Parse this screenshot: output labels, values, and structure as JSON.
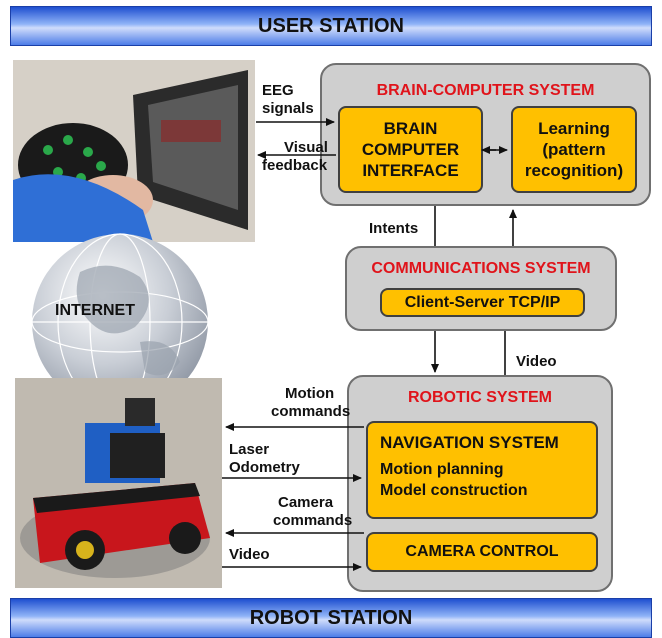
{
  "banners": {
    "top": "USER STATION",
    "bottom": "ROBOT STATION"
  },
  "bci_system": {
    "title": "BRAIN-COMPUTER SYSTEM",
    "bci_box": [
      "BRAIN",
      "COMPUTER",
      "INTERFACE"
    ],
    "learning_box": [
      "Learning",
      "(pattern",
      "recognition)"
    ]
  },
  "comms_system": {
    "title": "COMMUNICATIONS SYSTEM",
    "protocol": "Client-Server TCP/IP"
  },
  "robotic_system": {
    "title": "ROBOTIC SYSTEM",
    "nav_title": "NAVIGATION SYSTEM",
    "nav_items": [
      "Motion planning",
      "Model construction"
    ],
    "camera_control": "CAMERA CONTROL"
  },
  "labels": {
    "eeg": [
      "EEG",
      "signals"
    ],
    "visual": [
      "Visual",
      "feedback"
    ],
    "intents": "Intents",
    "video_mid": "Video",
    "internet": "INTERNET",
    "motion": [
      "Motion",
      "commands"
    ],
    "laser": [
      "Laser",
      "Odometry"
    ],
    "camera": [
      "Camera",
      "commands"
    ],
    "video_bottom": "Video"
  },
  "colors": {
    "title_red": "#e0141b",
    "box_yellow": "#ffc000",
    "system_gray": "#cfcfcf",
    "banner_blue": "#1f4fd0"
  }
}
